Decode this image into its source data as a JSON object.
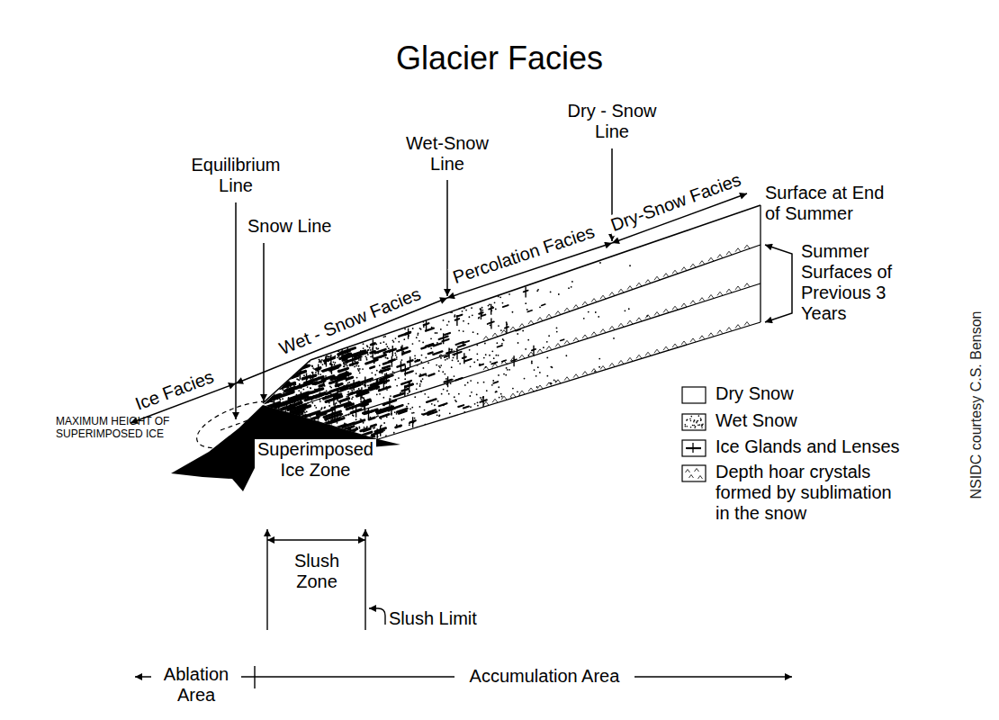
{
  "diagram": {
    "title": "Glacier Facies",
    "labels": [
      "Equilibrium Line",
      "Snow Line",
      "Wet-Snow Line",
      "Dry - Snow Line",
      "Percolation Facies",
      "Dry-Snow Facies",
      "Surface at End of Summer",
      "Summer Surfaces of Previous 3 Years",
      "Wet - Snow Facies",
      "Ice Facies",
      "MAXIMUM HEIGHT OF SUPERIMPOSED ICE",
      "Superimposed Ice Zone",
      "Slush Zone",
      "Slush Limit",
      "Ablation Area",
      "Accumulation Area",
      "NSIDC courtesy C.S. Benson"
    ],
    "legend": [
      {
        "text": "Dry Snow",
        "color": "#ffffff"
      },
      {
        "text": "Wet Snow"
      },
      {
        "text": "Ice Glands and Lenses"
      },
      {
        "text": "Depth hoar crystals formed by sublimation in the snow"
      }
    ]
  }
}
